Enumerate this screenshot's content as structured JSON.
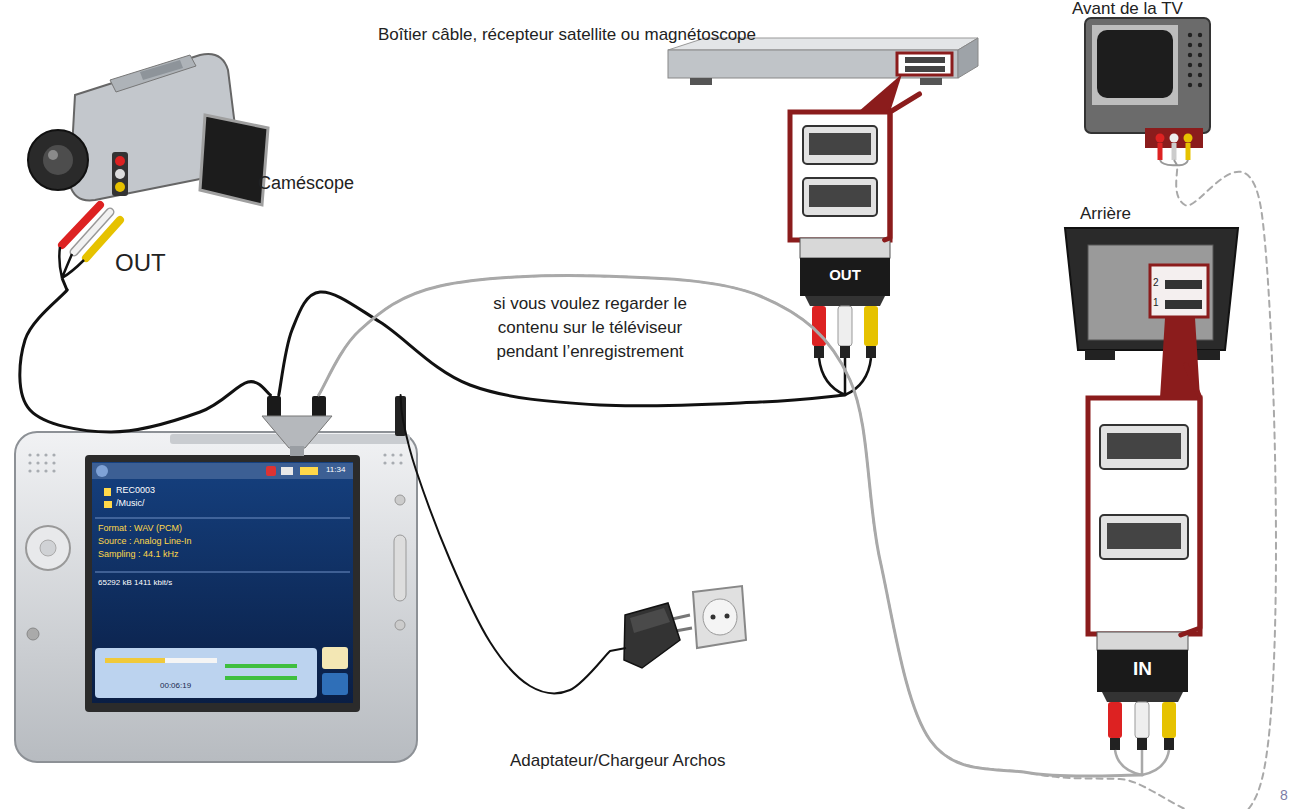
{
  "diagram": {
    "nodes": [
      {
        "text": [
          "Boîtier câble, récepteur satellite ou magnétoscope"
        ]
      },
      {
        "text": [
          "Avant de la TV"
        ]
      },
      {
        "text": [
          "Caméscope",
          "OUT"
        ]
      },
      {
        "text": [
          "OUT"
        ]
      },
      {
        "text": [
          "Arrière",
          "2",
          "1"
        ]
      },
      {
        "text": [
          "IN"
        ]
      },
      {
        "text": [
          "REC0003",
          "/Music/",
          "Format : WAV (PCM)",
          "Source : Analog Line-In",
          "Sampling : 44.1 kHz",
          "65292 kB 1411 kbit/s",
          "00:06:19",
          "11:34"
        ]
      },
      {
        "text": [
          "Adaptateur/Chargeur Archos"
        ]
      }
    ],
    "edges": [
      {
        "from": 2,
        "to": 6,
        "arrow": "none"
      },
      {
        "from": 0,
        "to": 3,
        "arrow": "none"
      },
      {
        "from": 3,
        "to": 6,
        "arrow": "none"
      },
      {
        "from": 6,
        "to": 5,
        "label": "si vous voulez regarder le contenu sur le téléviseur pendant l’enregistrement",
        "arrow": "none"
      },
      {
        "from": 6,
        "to": 1,
        "arrow": "none"
      },
      {
        "from": 5,
        "to": 4,
        "arrow": "none"
      },
      {
        "from": 7,
        "to": 6,
        "arrow": "none"
      }
    ],
    "labels": [
      "8"
    ]
  }
}
